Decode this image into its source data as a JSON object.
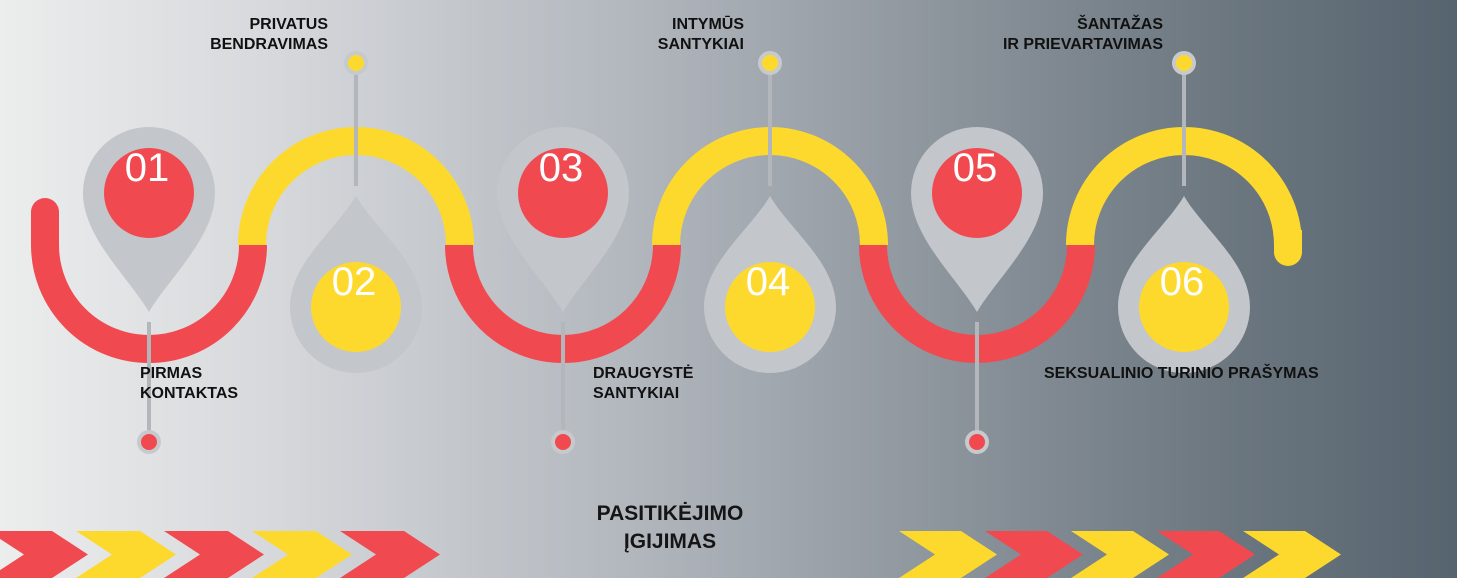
{
  "colors": {
    "red": "#f04a50",
    "yellow": "#fdd92e",
    "pin": "#c3c6ca",
    "connector": "#b3b6ba",
    "dot_ring": "#c7cacd"
  },
  "steps": [
    {
      "number": "01",
      "label_lines": [
        "PIRMAS",
        "KONTAKTAS"
      ],
      "color": "red"
    },
    {
      "number": "02",
      "label_lines": [
        "PRIVATUS",
        "BENDRAVIMAS"
      ],
      "color": "yellow"
    },
    {
      "number": "03",
      "label_lines": [
        "DRAUGYSTĖ",
        "SANTYKIAI"
      ],
      "color": "red"
    },
    {
      "number": "04",
      "label_lines": [
        "INTYMŪS",
        "SANTYKIAI"
      ],
      "color": "yellow"
    },
    {
      "number": "05",
      "label_lines": [
        "ŠANTAŽAS",
        "IR PRIEVARTAVIMAS"
      ],
      "color": "red"
    },
    {
      "number": "06",
      "label_lines": [
        "SEKSUALINIO TURINIO PRAŠYMAS"
      ],
      "color": "yellow"
    }
  ],
  "footer": {
    "lines": [
      "PASITIKĖJIMO",
      "ĮGIJIMAS"
    ]
  },
  "arrows_left": [
    "red",
    "yellow",
    "red",
    "yellow",
    "red"
  ],
  "arrows_right": [
    "yellow",
    "red",
    "yellow",
    "red",
    "yellow"
  ]
}
